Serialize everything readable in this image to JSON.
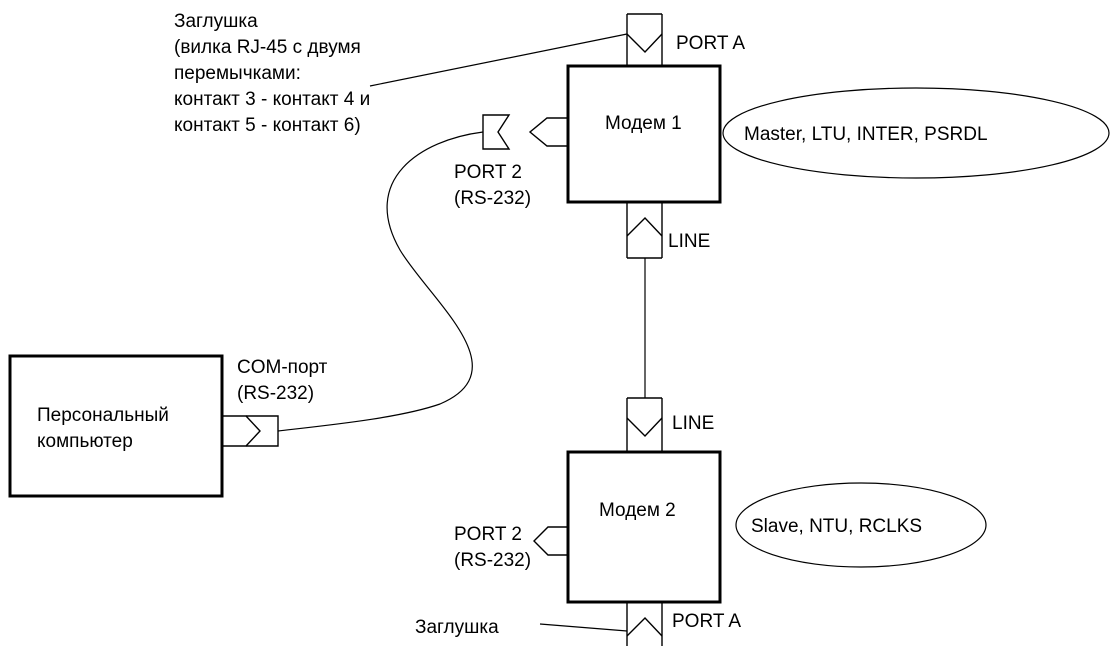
{
  "plug_top_label": [
    "Заглушка",
    "(вилка RJ-45 с двумя",
    "перемычками:",
    "контакт 3 - контакт 4 и",
    "контакт 5 - контакт 6)"
  ],
  "modem1": {
    "title": "Модем 1",
    "port_a": "PORT A",
    "line": "LINE",
    "port2": [
      "PORT 2",
      "(RS-232)"
    ],
    "settings": "Master, LTU, INTER, PSRDL"
  },
  "modem2": {
    "title": "Модем 2",
    "line": "LINE",
    "port_a": "PORT A",
    "port2": [
      "PORT 2",
      "(RS-232)"
    ],
    "settings": "Slave, NTU, RCLKS"
  },
  "pc": {
    "title": [
      "Персональный",
      "компьютер"
    ],
    "com_port": [
      "COM-порт",
      "(RS-232)"
    ]
  },
  "plug_bottom_label": "Заглушка"
}
